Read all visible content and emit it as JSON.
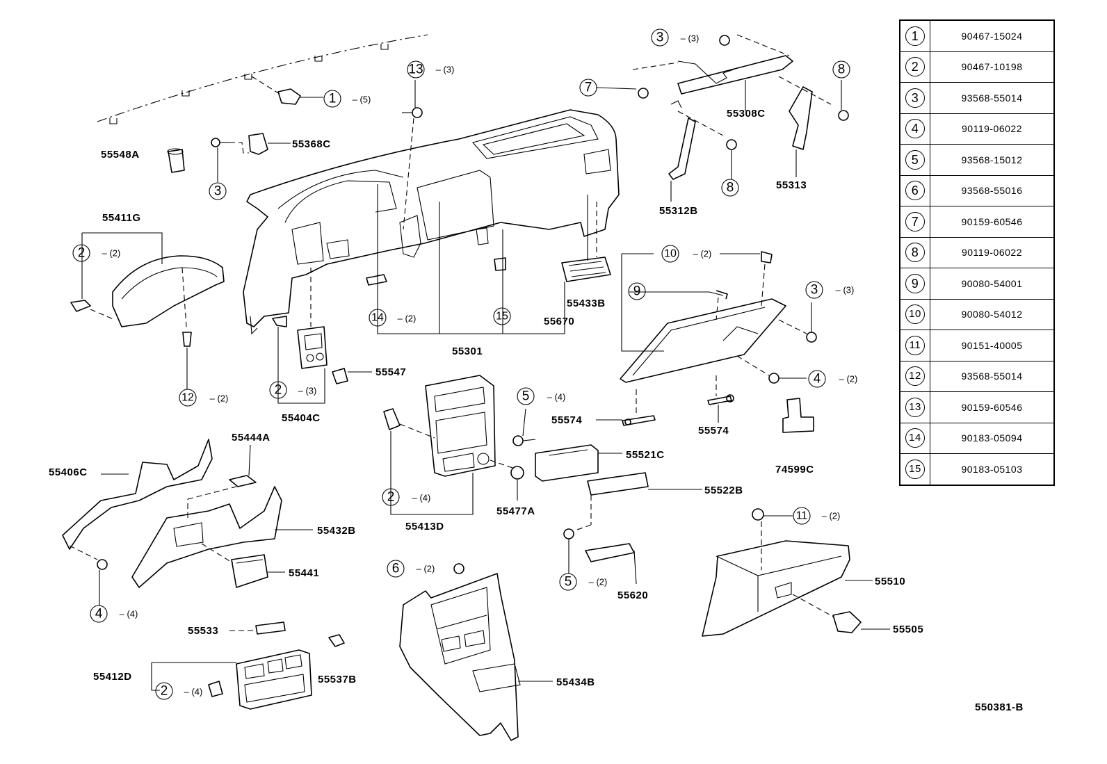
{
  "diagram_id": "550381-B",
  "labels": {
    "p55548A": "55548A",
    "p55368C": "55368C",
    "p55411G": "55411G",
    "p55308C": "55308C",
    "p55313": "55313",
    "p55312B": "55312B",
    "p55433B": "55433B",
    "p55670": "55670",
    "p55301": "55301",
    "p55547": "55547",
    "p55404C": "55404C",
    "p55574a": "55574",
    "p55574b": "55574",
    "p74599C": "74599C",
    "p55521C": "55521C",
    "p55522B": "55522B",
    "p55444A": "55444A",
    "p55406C": "55406C",
    "p55432B": "55432B",
    "p55441": "55441",
    "p55413D": "55413D",
    "p55477A": "55477A",
    "p55620": "55620",
    "p55510": "55510",
    "p55505": "55505",
    "p55533": "55533",
    "p55412D": "55412D",
    "p55537B": "55537B",
    "p55434B": "55434B"
  },
  "callouts": {
    "c1": {
      "num": "1",
      "qty": "– (5)"
    },
    "c13": {
      "num": "13",
      "qty": "– (3)"
    },
    "c3a": {
      "num": "3",
      "qty": "– (3)"
    },
    "c7": {
      "num": "7",
      "qty": ""
    },
    "c8a": {
      "num": "8",
      "qty": ""
    },
    "c3b": {
      "num": "3",
      "qty": ""
    },
    "c8b": {
      "num": "8",
      "qty": ""
    },
    "c2a": {
      "num": "2",
      "qty": "– (2)"
    },
    "c10": {
      "num": "10",
      "qty": "– (2)"
    },
    "c9": {
      "num": "9",
      "qty": ""
    },
    "c3c": {
      "num": "3",
      "qty": "– (3)"
    },
    "c14": {
      "num": "14",
      "qty": "– (2)"
    },
    "c15": {
      "num": "15",
      "qty": ""
    },
    "c4a": {
      "num": "4",
      "qty": "– (2)"
    },
    "c12": {
      "num": "12",
      "qty": "– (2)"
    },
    "c2b": {
      "num": "2",
      "qty": "– (3)"
    },
    "c5a": {
      "num": "5",
      "qty": "– (4)"
    },
    "c2c": {
      "num": "2",
      "qty": "– (4)"
    },
    "c11": {
      "num": "11",
      "qty": "– (2)"
    },
    "c4b": {
      "num": "4",
      "qty": "– (4)"
    },
    "c6": {
      "num": "6",
      "qty": "– (2)"
    },
    "c5b": {
      "num": "5",
      "qty": "– (2)"
    },
    "c2d": {
      "num": "2",
      "qty": "– (4)"
    }
  },
  "legend": [
    {
      "num": "1",
      "part": "90467-15024"
    },
    {
      "num": "2",
      "part": "90467-10198"
    },
    {
      "num": "3",
      "part": "93568-55014"
    },
    {
      "num": "4",
      "part": "90119-06022"
    },
    {
      "num": "5",
      "part": "93568-15012"
    },
    {
      "num": "6",
      "part": "93568-55016"
    },
    {
      "num": "7",
      "part": "90159-60546"
    },
    {
      "num": "8",
      "part": "90119-06022"
    },
    {
      "num": "9",
      "part": "90080-54001"
    },
    {
      "num": "10",
      "part": "90080-54012"
    },
    {
      "num": "11",
      "part": "90151-40005"
    },
    {
      "num": "12",
      "part": "93568-55014"
    },
    {
      "num": "13",
      "part": "90159-60546"
    },
    {
      "num": "14",
      "part": "90183-05094"
    },
    {
      "num": "15",
      "part": "90183-05103"
    }
  ]
}
